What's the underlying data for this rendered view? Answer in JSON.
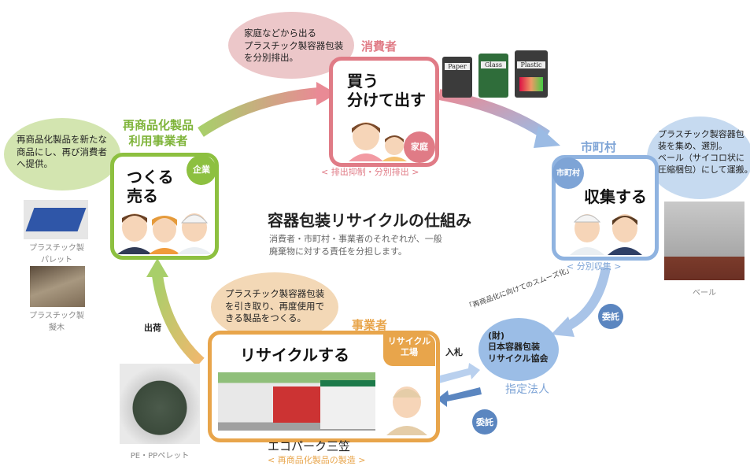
{
  "center": {
    "title": "容器包装リサイクルの仕組み",
    "description": "消費者・市町村・事業者のそれぞれが、一般廃棄物に対する責任を分担します。"
  },
  "consumer": {
    "role": "消費者",
    "action": [
      "買う",
      "分けて出す"
    ],
    "tag": "家庭",
    "subtitle": "< 排出抑制・分別排出 >",
    "bubble": [
      "家庭などから出る",
      "プラスチック製容器包装",
      "を分別排出。"
    ],
    "bins": [
      "Paper",
      "Glass",
      "Plastic"
    ]
  },
  "municipality": {
    "role": "市町村",
    "action": "収集する",
    "tag": "市町村",
    "subtitle": "< 分別収集 >",
    "bubble": [
      "プラスチック製容器包",
      "装を集め、選別。",
      "ベール（サイコロ状に",
      "圧縮梱包）にして運搬。"
    ],
    "photo_caption": "ベール"
  },
  "recycler": {
    "role": "事業者",
    "action": "リサイクルする",
    "tag": [
      "リサイクル",
      "工場"
    ],
    "subtitle": "< 再商品化製品の製造 >",
    "factory_name": "エコパーク三笠",
    "bubble": [
      "プラスチック製容器包装",
      "を引き取り、再度使用で",
      "きる製品をつくる。"
    ],
    "photo_caption": "PE・PPペレット"
  },
  "user_business": {
    "role": [
      "再商品化製品",
      "利用事業者"
    ],
    "action": [
      "つくる",
      "売る"
    ],
    "tag": "企業",
    "bubble": [
      "再商品化製品を新たな",
      "商品にし、再び消費者",
      "へ提供。"
    ],
    "photo_captions": [
      [
        "プラスチック製",
        "パレット"
      ],
      [
        "プラスチック製",
        "擬木"
      ]
    ]
  },
  "designated": {
    "org": [
      "(財)",
      "日本容器包装",
      "リサイクル協会"
    ],
    "arc_text": "「再商品化に向けてのスムーズ化」",
    "label": "指定法人"
  },
  "flows": {
    "shipping": "出荷",
    "entrust_top": "委託",
    "bid": "入札",
    "entrust_bottom": "委託"
  },
  "colors": {
    "consumer": "#e07b86",
    "municipality": "#8fb3e0",
    "recycler": "#e8a54b",
    "user_business": "#8dc040",
    "designated": "#5b86c0"
  }
}
